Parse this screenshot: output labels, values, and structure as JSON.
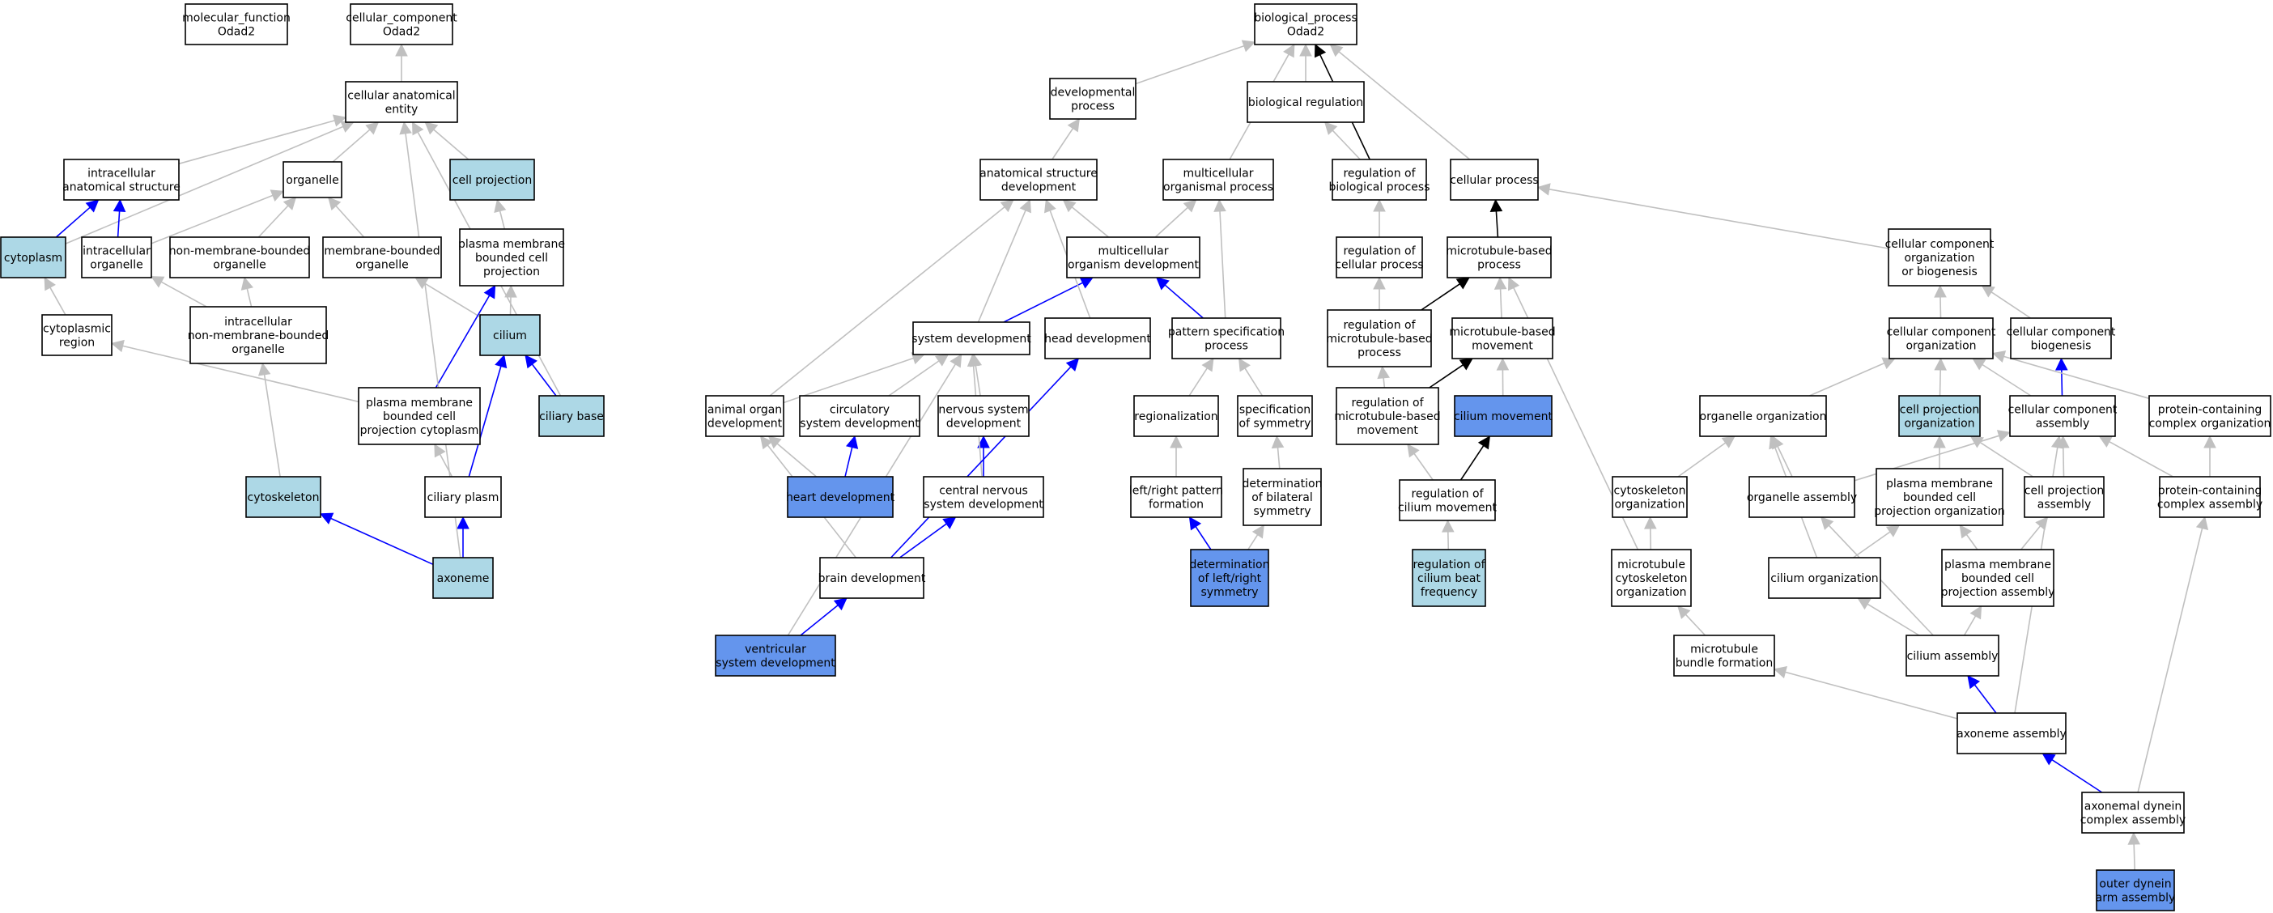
{
  "colors": {
    "plain": "#ffffff",
    "light": "#add8e6",
    "strong": "#6495ed",
    "edge_gray": "#c0c0c0",
    "edge_blue": "#0000ff",
    "edge_black": "#000000"
  },
  "nodes": [
    {
      "id": "mf",
      "lines": [
        "molecular_function",
        "Odad2"
      ],
      "fill": "plain"
    },
    {
      "id": "cc",
      "lines": [
        "cellular_component",
        "Odad2"
      ],
      "fill": "plain"
    },
    {
      "id": "cae",
      "lines": [
        "cellular anatomical",
        "entity"
      ],
      "fill": "plain"
    },
    {
      "id": "ias",
      "lines": [
        "intracellular",
        "anatomical structure"
      ],
      "fill": "plain"
    },
    {
      "id": "org",
      "lines": [
        "organelle"
      ],
      "fill": "plain"
    },
    {
      "id": "cproj",
      "lines": [
        "cell projection"
      ],
      "fill": "light"
    },
    {
      "id": "cyto",
      "lines": [
        "cytoplasm"
      ],
      "fill": "light"
    },
    {
      "id": "iorg",
      "lines": [
        "intracellular",
        "organelle"
      ],
      "fill": "plain"
    },
    {
      "id": "nmbo",
      "lines": [
        "non-membrane-bounded",
        "organelle"
      ],
      "fill": "plain"
    },
    {
      "id": "mbo",
      "lines": [
        "membrane-bounded",
        "organelle"
      ],
      "fill": "plain"
    },
    {
      "id": "pmbcp",
      "lines": [
        "plasma membrane",
        "bounded cell",
        "projection"
      ],
      "fill": "plain"
    },
    {
      "id": "cyreg",
      "lines": [
        "cytoplasmic",
        "region"
      ],
      "fill": "plain"
    },
    {
      "id": "inmbo",
      "lines": [
        "intracellular",
        "non-membrane-bounded",
        "organelle"
      ],
      "fill": "plain"
    },
    {
      "id": "cilium",
      "lines": [
        "cilium"
      ],
      "fill": "light"
    },
    {
      "id": "pmbcpc",
      "lines": [
        "plasma membrane",
        "bounded cell",
        "projection cytoplasm"
      ],
      "fill": "plain"
    },
    {
      "id": "cbase",
      "lines": [
        "ciliary base"
      ],
      "fill": "light"
    },
    {
      "id": "cskel",
      "lines": [
        "cytoskeleton"
      ],
      "fill": "light"
    },
    {
      "id": "cplasm",
      "lines": [
        "ciliary plasm"
      ],
      "fill": "plain"
    },
    {
      "id": "axon",
      "lines": [
        "axoneme"
      ],
      "fill": "light"
    },
    {
      "id": "bp",
      "lines": [
        "biological_process",
        "Odad2"
      ],
      "fill": "plain"
    },
    {
      "id": "devp",
      "lines": [
        "developmental",
        "process"
      ],
      "fill": "plain"
    },
    {
      "id": "breg",
      "lines": [
        "biological regulation"
      ],
      "fill": "plain"
    },
    {
      "id": "asd",
      "lines": [
        "anatomical structure",
        "development"
      ],
      "fill": "plain"
    },
    {
      "id": "mop",
      "lines": [
        "multicellular",
        "organismal process"
      ],
      "fill": "plain"
    },
    {
      "id": "rbp",
      "lines": [
        "regulation of",
        "biological process"
      ],
      "fill": "plain"
    },
    {
      "id": "cellp",
      "lines": [
        "cellular process"
      ],
      "fill": "plain"
    },
    {
      "id": "mod",
      "lines": [
        "multicellular",
        "organism development"
      ],
      "fill": "plain"
    },
    {
      "id": "rcp",
      "lines": [
        "regulation of",
        "cellular process"
      ],
      "fill": "plain"
    },
    {
      "id": "mtbp",
      "lines": [
        "microtubule-based",
        "process"
      ],
      "fill": "plain"
    },
    {
      "id": "ccob",
      "lines": [
        "cellular component",
        "organization",
        "or biogenesis"
      ],
      "fill": "plain"
    },
    {
      "id": "sysdev",
      "lines": [
        "system development"
      ],
      "fill": "plain"
    },
    {
      "id": "headdev",
      "lines": [
        "head development"
      ],
      "fill": "plain"
    },
    {
      "id": "pss",
      "lines": [
        "pattern specification",
        "process"
      ],
      "fill": "plain"
    },
    {
      "id": "rmtbp",
      "lines": [
        "regulation of",
        "microtubule-based",
        "process"
      ],
      "fill": "plain"
    },
    {
      "id": "mtbm",
      "lines": [
        "microtubule-based",
        "movement"
      ],
      "fill": "plain"
    },
    {
      "id": "cco",
      "lines": [
        "cellular component",
        "organization"
      ],
      "fill": "plain"
    },
    {
      "id": "ccb",
      "lines": [
        "cellular component",
        "biogenesis"
      ],
      "fill": "plain"
    },
    {
      "id": "aod",
      "lines": [
        "animal organ",
        "development"
      ],
      "fill": "plain"
    },
    {
      "id": "csd",
      "lines": [
        "circulatory",
        "system development"
      ],
      "fill": "plain"
    },
    {
      "id": "nsd",
      "lines": [
        "nervous system",
        "development"
      ],
      "fill": "plain"
    },
    {
      "id": "regz",
      "lines": [
        "regionalization"
      ],
      "fill": "plain"
    },
    {
      "id": "sos",
      "lines": [
        "specification",
        "of symmetry"
      ],
      "fill": "plain"
    },
    {
      "id": "rmtbm",
      "lines": [
        "regulation of",
        "microtubule-based",
        "movement"
      ],
      "fill": "plain"
    },
    {
      "id": "cmov",
      "lines": [
        "cilium movement"
      ],
      "fill": "strong"
    },
    {
      "id": "orgorg",
      "lines": [
        "organelle organization"
      ],
      "fill": "plain"
    },
    {
      "id": "cpo",
      "lines": [
        "cell projection",
        "organization"
      ],
      "fill": "light"
    },
    {
      "id": "cca",
      "lines": [
        "cellular component",
        "assembly"
      ],
      "fill": "plain"
    },
    {
      "id": "pcco",
      "lines": [
        "protein-containing",
        "complex organization"
      ],
      "fill": "plain"
    },
    {
      "id": "heartdev",
      "lines": [
        "heart development"
      ],
      "fill": "strong"
    },
    {
      "id": "cnsd",
      "lines": [
        "central nervous",
        "system development"
      ],
      "fill": "plain"
    },
    {
      "id": "lrpf",
      "lines": [
        "left/right pattern",
        "formation"
      ],
      "fill": "plain"
    },
    {
      "id": "dbs",
      "lines": [
        "determination",
        "of bilateral",
        "symmetry"
      ],
      "fill": "plain"
    },
    {
      "id": "rcm",
      "lines": [
        "regulation of",
        "cilium movement"
      ],
      "fill": "plain"
    },
    {
      "id": "cskorg",
      "lines": [
        "cytoskeleton",
        "organization"
      ],
      "fill": "plain"
    },
    {
      "id": "orgasm",
      "lines": [
        "organelle assembly"
      ],
      "fill": "plain"
    },
    {
      "id": "pmbcpo",
      "lines": [
        "plasma membrane",
        "bounded cell",
        "projection organization"
      ],
      "fill": "plain"
    },
    {
      "id": "cpa",
      "lines": [
        "cell projection",
        "assembly"
      ],
      "fill": "plain"
    },
    {
      "id": "pcca",
      "lines": [
        "protein-containing",
        "complex assembly"
      ],
      "fill": "plain"
    },
    {
      "id": "braindev",
      "lines": [
        "brain development"
      ],
      "fill": "plain"
    },
    {
      "id": "dlrs",
      "lines": [
        "determination",
        "of left/right",
        "symmetry"
      ],
      "fill": "strong"
    },
    {
      "id": "rcbf",
      "lines": [
        "regulation of",
        "cilium beat",
        "frequency"
      ],
      "fill": "light"
    },
    {
      "id": "mtcsk",
      "lines": [
        "microtubule",
        "cytoskeleton",
        "organization"
      ],
      "fill": "plain"
    },
    {
      "id": "corg",
      "lines": [
        "cilium organization"
      ],
      "fill": "plain"
    },
    {
      "id": "pmbcpa",
      "lines": [
        "plasma membrane",
        "bounded cell",
        "projection assembly"
      ],
      "fill": "plain"
    },
    {
      "id": "vsd",
      "lines": [
        "ventricular",
        "system development"
      ],
      "fill": "strong"
    },
    {
      "id": "mtbf",
      "lines": [
        "microtubule",
        "bundle formation"
      ],
      "fill": "plain"
    },
    {
      "id": "casm",
      "lines": [
        "cilium assembly"
      ],
      "fill": "plain"
    },
    {
      "id": "axasm",
      "lines": [
        "axoneme assembly"
      ],
      "fill": "plain"
    },
    {
      "id": "adca",
      "lines": [
        "axonemal dynein",
        "complex assembly"
      ],
      "fill": "plain"
    },
    {
      "id": "odaa",
      "lines": [
        "outer dynein",
        "arm assembly"
      ],
      "fill": "strong"
    }
  ],
  "edges": [
    [
      "cae",
      "cc",
      "gray"
    ],
    [
      "ias",
      "cae",
      "gray"
    ],
    [
      "org",
      "cae",
      "gray"
    ],
    [
      "cproj",
      "cae",
      "gray"
    ],
    [
      "cyto",
      "ias",
      "blue"
    ],
    [
      "cyto",
      "cae",
      "gray"
    ],
    [
      "iorg",
      "ias",
      "blue"
    ],
    [
      "iorg",
      "org",
      "gray"
    ],
    [
      "nmbo",
      "org",
      "gray"
    ],
    [
      "mbo",
      "org",
      "gray"
    ],
    [
      "pmbcp",
      "cproj",
      "gray"
    ],
    [
      "cyreg",
      "cyto",
      "gray"
    ],
    [
      "inmbo",
      "iorg",
      "gray"
    ],
    [
      "inmbo",
      "nmbo",
      "gray"
    ],
    [
      "cilium",
      "pmbcp",
      "gray"
    ],
    [
      "cilium",
      "mbo",
      "gray"
    ],
    [
      "pmbcpc",
      "cyreg",
      "gray"
    ],
    [
      "pmbcpc",
      "pmbcp",
      "blue"
    ],
    [
      "cbase",
      "cilium",
      "blue"
    ],
    [
      "cbase",
      "cae",
      "gray"
    ],
    [
      "cskel",
      "inmbo",
      "gray"
    ],
    [
      "cplasm",
      "pmbcpc",
      "gray"
    ],
    [
      "cplasm",
      "cilium",
      "blue"
    ],
    [
      "axon",
      "cskel",
      "blue"
    ],
    [
      "axon",
      "cplasm",
      "blue"
    ],
    [
      "axon",
      "cae",
      "gray"
    ],
    [
      "devp",
      "bp",
      "gray"
    ],
    [
      "breg",
      "bp",
      "gray"
    ],
    [
      "asd",
      "devp",
      "gray"
    ],
    [
      "mop",
      "bp",
      "gray"
    ],
    [
      "rbp",
      "breg",
      "gray"
    ],
    [
      "rbp",
      "bp",
      "black"
    ],
    [
      "cellp",
      "bp",
      "gray"
    ],
    [
      "mod",
      "asd",
      "gray"
    ],
    [
      "mod",
      "mop",
      "gray"
    ],
    [
      "rcp",
      "rbp",
      "gray"
    ],
    [
      "mtbp",
      "cellp",
      "black"
    ],
    [
      "ccob",
      "cellp",
      "gray"
    ],
    [
      "sysdev",
      "mod",
      "blue"
    ],
    [
      "sysdev",
      "asd",
      "gray"
    ],
    [
      "headdev",
      "asd",
      "gray"
    ],
    [
      "pss",
      "mod",
      "blue"
    ],
    [
      "pss",
      "mop",
      "gray"
    ],
    [
      "rmtbp",
      "rcp",
      "gray"
    ],
    [
      "rmtbp",
      "mtbp",
      "black"
    ],
    [
      "mtbm",
      "mtbp",
      "gray"
    ],
    [
      "cco",
      "ccob",
      "gray"
    ],
    [
      "ccb",
      "ccob",
      "gray"
    ],
    [
      "aod",
      "sysdev",
      "gray"
    ],
    [
      "aod",
      "asd",
      "gray"
    ],
    [
      "csd",
      "sysdev",
      "gray"
    ],
    [
      "nsd",
      "sysdev",
      "gray"
    ],
    [
      "regz",
      "pss",
      "gray"
    ],
    [
      "sos",
      "pss",
      "gray"
    ],
    [
      "rmtbm",
      "rmtbp",
      "gray"
    ],
    [
      "rmtbm",
      "mtbm",
      "black"
    ],
    [
      "cmov",
      "mtbm",
      "gray"
    ],
    [
      "orgorg",
      "cco",
      "gray"
    ],
    [
      "cpo",
      "cco",
      "gray"
    ],
    [
      "cca",
      "cco",
      "gray"
    ],
    [
      "cca",
      "ccb",
      "blue"
    ],
    [
      "pcco",
      "cco",
      "gray"
    ],
    [
      "heartdev",
      "csd",
      "blue"
    ],
    [
      "heartdev",
      "aod",
      "gray"
    ],
    [
      "cnsd",
      "nsd",
      "blue"
    ],
    [
      "cnsd",
      "sysdev",
      "gray"
    ],
    [
      "lrpf",
      "regz",
      "gray"
    ],
    [
      "dbs",
      "sos",
      "gray"
    ],
    [
      "rcm",
      "rmtbm",
      "gray"
    ],
    [
      "rcm",
      "cmov",
      "black"
    ],
    [
      "cskorg",
      "orgorg",
      "gray"
    ],
    [
      "orgasm",
      "orgorg",
      "gray"
    ],
    [
      "orgasm",
      "cca",
      "gray"
    ],
    [
      "pmbcpo",
      "cpo",
      "gray"
    ],
    [
      "cpa",
      "cpo",
      "gray"
    ],
    [
      "cpa",
      "cca",
      "gray"
    ],
    [
      "pcca",
      "pcco",
      "gray"
    ],
    [
      "pcca",
      "cca",
      "gray"
    ],
    [
      "braindev",
      "cnsd",
      "blue"
    ],
    [
      "braindev",
      "headdev",
      "blue"
    ],
    [
      "braindev",
      "aod",
      "gray"
    ],
    [
      "dlrs",
      "lrpf",
      "blue"
    ],
    [
      "dlrs",
      "dbs",
      "gray"
    ],
    [
      "rcbf",
      "rcm",
      "gray"
    ],
    [
      "mtcsk",
      "cskorg",
      "gray"
    ],
    [
      "mtcsk",
      "mtbp",
      "gray"
    ],
    [
      "corg",
      "orgorg",
      "gray"
    ],
    [
      "corg",
      "pmbcpo",
      "gray"
    ],
    [
      "pmbcpa",
      "pmbcpo",
      "gray"
    ],
    [
      "pmbcpa",
      "cpa",
      "gray"
    ],
    [
      "vsd",
      "braindev",
      "blue"
    ],
    [
      "vsd",
      "sysdev",
      "gray"
    ],
    [
      "mtbf",
      "mtcsk",
      "gray"
    ],
    [
      "casm",
      "corg",
      "gray"
    ],
    [
      "casm",
      "orgasm",
      "gray"
    ],
    [
      "casm",
      "pmbcpa",
      "gray"
    ],
    [
      "axasm",
      "casm",
      "blue"
    ],
    [
      "axasm",
      "mtbf",
      "gray"
    ],
    [
      "axasm",
      "cca",
      "gray"
    ],
    [
      "adca",
      "axasm",
      "blue"
    ],
    [
      "adca",
      "pcca",
      "gray"
    ],
    [
      "odaa",
      "adca",
      "gray"
    ]
  ]
}
